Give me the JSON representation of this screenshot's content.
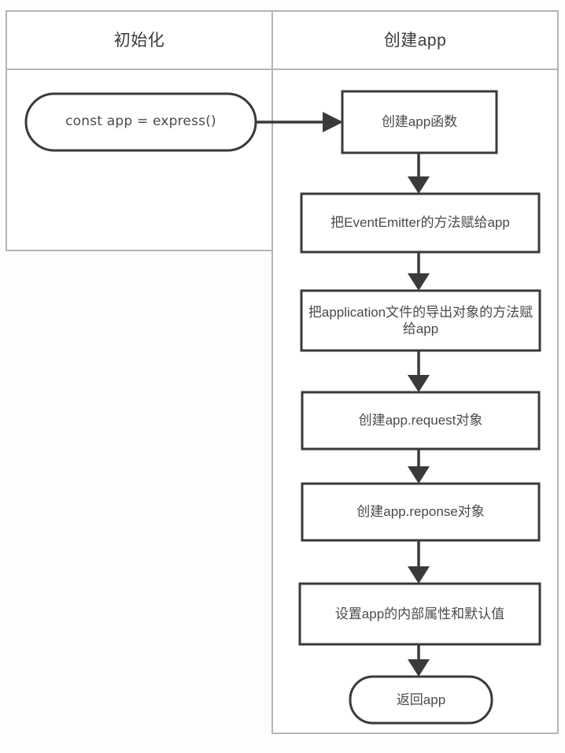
{
  "diagram": {
    "title_present": false,
    "type": "swimlane-flowchart",
    "orientation": "vertical",
    "colors": {
      "lane_border": "#b5b5b5",
      "node_border": "#3a3a3a",
      "node_fill": "#ffffff",
      "connector": "#3a3a3a",
      "text": "#4a4a4a",
      "header_text": "#3b3b3b",
      "background": "#fdfdfd"
    },
    "lanes": [
      {
        "id": "lane-init",
        "header": "初始化"
      },
      {
        "id": "lane-create",
        "header": "创建app"
      }
    ],
    "nodes": [
      {
        "id": "n0",
        "lane": "lane-init",
        "shape": "terminator",
        "label": "const app = express()"
      },
      {
        "id": "n1",
        "lane": "lane-create",
        "shape": "process",
        "label": "创建app函数"
      },
      {
        "id": "n2",
        "lane": "lane-create",
        "shape": "process",
        "label": "把EventEmitter的方法赋给app"
      },
      {
        "id": "n3",
        "lane": "lane-create",
        "shape": "process",
        "label": "把application文件的导出对象的方法赋给app"
      },
      {
        "id": "n4",
        "lane": "lane-create",
        "shape": "process",
        "label": "创建app.request对象"
      },
      {
        "id": "n5",
        "lane": "lane-create",
        "shape": "process",
        "label": "创建app.reponse对象"
      },
      {
        "id": "n6",
        "lane": "lane-create",
        "shape": "process",
        "label": "设置app的内部属性和默认值"
      },
      {
        "id": "n7",
        "lane": "lane-create",
        "shape": "terminator",
        "label": "返回app"
      }
    ],
    "edges": [
      {
        "from": "n0",
        "to": "n1",
        "direction": "right"
      },
      {
        "from": "n1",
        "to": "n2",
        "direction": "down"
      },
      {
        "from": "n2",
        "to": "n3",
        "direction": "down"
      },
      {
        "from": "n3",
        "to": "n4",
        "direction": "down"
      },
      {
        "from": "n4",
        "to": "n5",
        "direction": "down"
      },
      {
        "from": "n5",
        "to": "n6",
        "direction": "down"
      },
      {
        "from": "n6",
        "to": "n7",
        "direction": "down"
      }
    ]
  }
}
